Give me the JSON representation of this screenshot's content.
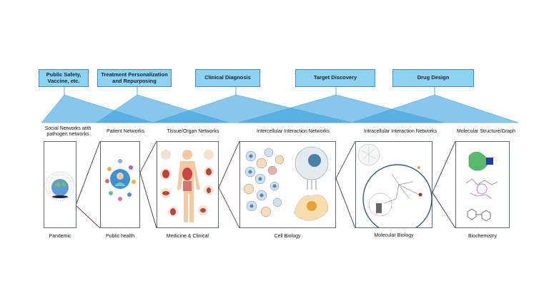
{
  "applications": [
    {
      "label": "Public Safety, Vaccine, etc."
    },
    {
      "label": "Treatment Personalization and Repurposing"
    },
    {
      "label": "Clinical Diagnosis"
    },
    {
      "label": "Target Discovery"
    },
    {
      "label": "Drug Design"
    }
  ],
  "scales": [
    {
      "network": "Social Networks with pathogen networks",
      "field": "Pandemic"
    },
    {
      "network": "Patient Networks",
      "field": "Public health"
    },
    {
      "network": "Tissue/Organ Networks",
      "field": "Medicine & Clinical"
    },
    {
      "network": "Intercellular Interaction Networks",
      "field": "Cell Biology"
    },
    {
      "network": "Intracellular Interaction Networks",
      "field": "Molecular Biology"
    },
    {
      "network": "Molecular Structure/Graph",
      "field": "Biochemistry"
    }
  ],
  "colors": {
    "box_fill": "#8fd3f4",
    "box_border": "#3d8fc4",
    "triangle": "#3fa3de",
    "panel_border": "#5a6b7a"
  }
}
